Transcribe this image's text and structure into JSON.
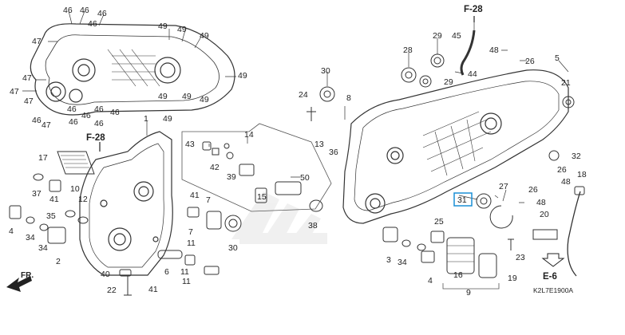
{
  "diagram": {
    "refs": {
      "f28_top": "F-28",
      "f28_left": "F-28",
      "e6": "E-6"
    },
    "arrow_label": "FR.",
    "drawing_code": "K2L7E1900A",
    "highlighted_part": "31",
    "parts": {
      "p46a": "46",
      "p46b": "46",
      "p46c": "46",
      "p46d": "46",
      "p46e": "46",
      "p46f": "46",
      "p46g": "46",
      "p46h": "46",
      "p46i": "46",
      "p46j": "46",
      "p46k": "46",
      "p47a": "47",
      "p47b": "47",
      "p47c": "47",
      "p47d": "47",
      "p47e": "47",
      "p49a": "49",
      "p49b": "49",
      "p49c": "49",
      "p49d": "49",
      "p49e": "49",
      "p49f": "49",
      "p49g": "49",
      "p49h": "49",
      "p1": "1",
      "p14": "14",
      "p43": "43",
      "p42": "42",
      "p39": "39",
      "p50": "50",
      "p15": "15",
      "p17": "17",
      "p10": "10",
      "p37": "37",
      "p41a": "41",
      "p41b": "41",
      "p41c": "41",
      "p12": "12",
      "p35": "35",
      "p4a": "4",
      "p34a": "34",
      "p34b": "34",
      "p34c": "34",
      "p2": "2",
      "p7a": "7",
      "p7b": "7",
      "p11a": "11",
      "p11b": "11",
      "p11c": "11",
      "p30a": "30",
      "p30b": "30",
      "p40": "40",
      "p6": "6",
      "p22": "22",
      "p24": "24",
      "p13": "13",
      "p36": "36",
      "p8": "8",
      "p38": "38",
      "p28": "28",
      "p29a": "29",
      "p29b": "29",
      "p45": "45",
      "p44": "44",
      "p48a": "48",
      "p48b": "48",
      "p48c": "48",
      "p26a": "26",
      "p26b": "26",
      "p26c": "26",
      "p5": "5",
      "p21": "21",
      "p32": "32",
      "p18": "18",
      "p27": "27",
      "p25": "25",
      "p3": "3",
      "p4b": "4",
      "p16": "16",
      "p9": "9",
      "p19": "19",
      "p23": "23",
      "p20": "20",
      "p31": "31"
    }
  }
}
